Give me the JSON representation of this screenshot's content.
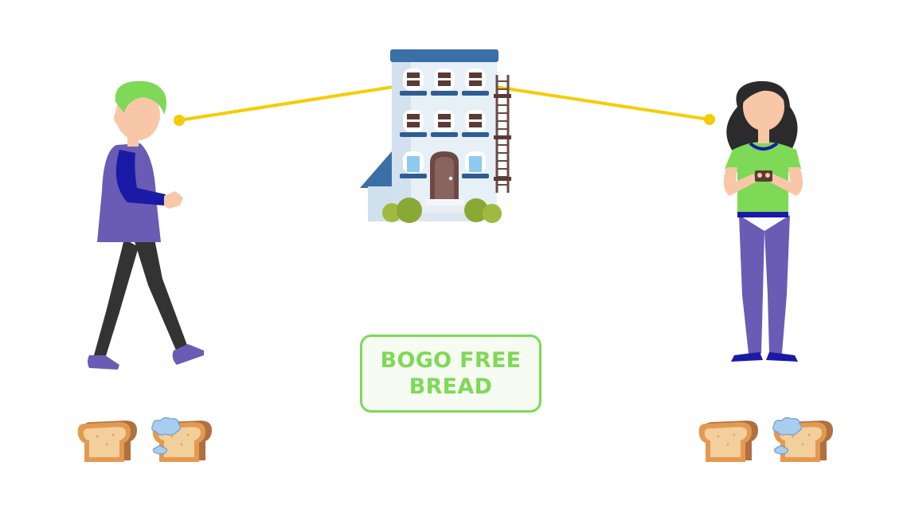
{
  "promo": {
    "text": "BOGO FREE\nBREAD"
  },
  "colors": {
    "connector": "#f4cd00",
    "promo_green": "#7ed957",
    "man_hair": "#7ed957",
    "man_shirt": "#6a5bb4",
    "woman_shirt": "#7ed957",
    "woman_pants": "#6a5bb4",
    "building_roof": "#3b6fa8",
    "bread_crust": "#c98a4b"
  },
  "icons": [
    "man-walking",
    "apartment-building",
    "woman-standing",
    "bread-slice",
    "moldy-bread-slice"
  ]
}
